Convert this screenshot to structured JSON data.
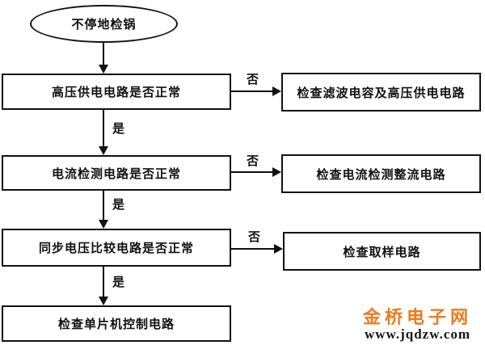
{
  "flowchart": {
    "title_hint": "induction-cooker-troubleshooting-flowchart",
    "start": {
      "label": "不停地检锅"
    },
    "decisions": [
      {
        "label": "高压供电电路是否正常",
        "yes": "是",
        "no": "否",
        "no_action": "检查滤波电容及高压供电电路"
      },
      {
        "label": "电流检测电路是否正常",
        "yes": "是",
        "no": "否",
        "no_action": "检查电流检测整流电路"
      },
      {
        "label": "同步电压比较电路是否正常",
        "yes": "是",
        "no": "否",
        "no_action": "检查取样电路"
      }
    ],
    "final": {
      "label": "检查单片机控制电路"
    }
  },
  "watermark": {
    "site_name": "金桥电子网",
    "site_url": "www.jqdzw.com",
    "name_color": "#ED7B21"
  },
  "colors": {
    "line": "#111111",
    "background": "#ffffff"
  }
}
